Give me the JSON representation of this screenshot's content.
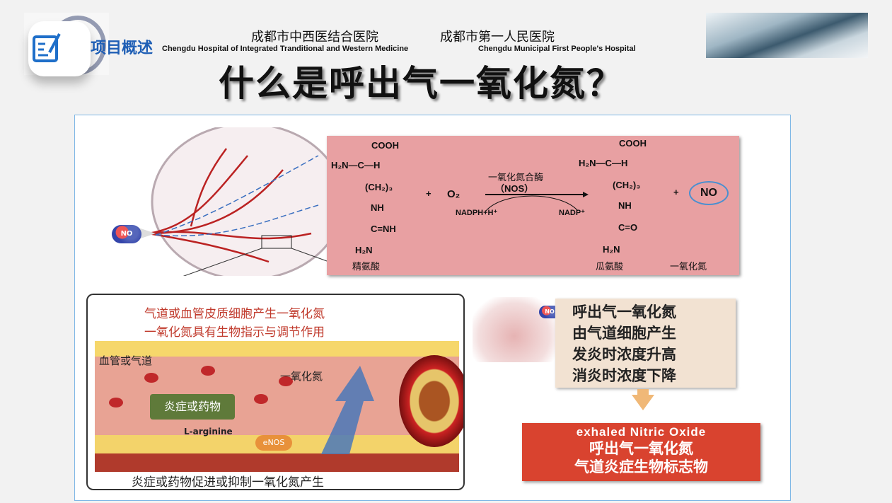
{
  "header": {
    "section_label": "项目概述",
    "hospital_1_cn": "成都市中西医结合医院",
    "hospital_1_en": "Chengdu Hospital of Integrated Tranditional and Western Medicine",
    "hospital_2_cn": "成都市第一人民医院",
    "hospital_2_en": "Chengdu Municipal First People's Hospital"
  },
  "title": "什么是呼出气一氧化氮？",
  "reaction": {
    "cooh": "COOH",
    "h2n_c_h": "H₂N—C—H",
    "ch2": "(CH₂)₃",
    "nh": "NH",
    "c_nh": "C=NH",
    "h2n": "H₂N",
    "c_o": "C=O",
    "plus": "+",
    "o2": "O₂",
    "enzyme_cn": "一氧化氮合酶",
    "enzyme_en": "（NOS）",
    "nadph": "NADPH+H⁺",
    "nadp": "NADP⁺",
    "no": "NO",
    "arginine": "精氨酸",
    "citrulline": "瓜氨酸",
    "nitric_oxide": "一氧化氮"
  },
  "eye": {
    "no_label": "NO"
  },
  "inset": {
    "line1": "气道或血管皮质细胞产生一氧化氮",
    "line2": "一氧化氮具有生物指示与调节作用",
    "vessel_label": "血管或气道",
    "no_label": "一氧化氮",
    "trigger_label": "炎症或药物",
    "larginine": "L-arginine",
    "enos": "eNOS",
    "caption": "炎症或药物促进或抑制一氧化氮产生"
  },
  "facts": [
    "呼出气一氧化氮",
    "由气道细胞产生",
    "发炎时浓度升高",
    "消炎时浓度下降"
  ],
  "feno": {
    "en": "exhaled Nitric Oxide",
    "cn1": "呼出气一氧化氮",
    "cn2": "气道炎症生物标志物"
  }
}
